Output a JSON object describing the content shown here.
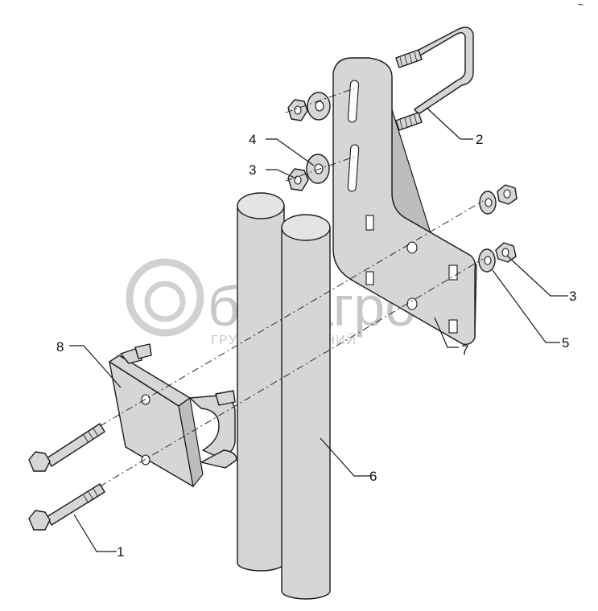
{
  "watermark": {
    "brand": "белагро",
    "tagline": "ГРУППА КОМПАНИЙ"
  },
  "corner_mark": "~",
  "callouts": [
    {
      "id": "1",
      "label": "1"
    },
    {
      "id": "2",
      "label": "2"
    },
    {
      "id": "3a",
      "label": "3"
    },
    {
      "id": "3b",
      "label": "3"
    },
    {
      "id": "4",
      "label": "4"
    },
    {
      "id": "5",
      "label": "5"
    },
    {
      "id": "6",
      "label": "6"
    },
    {
      "id": "7",
      "label": "7"
    },
    {
      "id": "8",
      "label": "8"
    }
  ],
  "colors": {
    "metal": "#d6d6d6",
    "outline": "#1a1a1a",
    "watermark": "#9a9a9a"
  }
}
